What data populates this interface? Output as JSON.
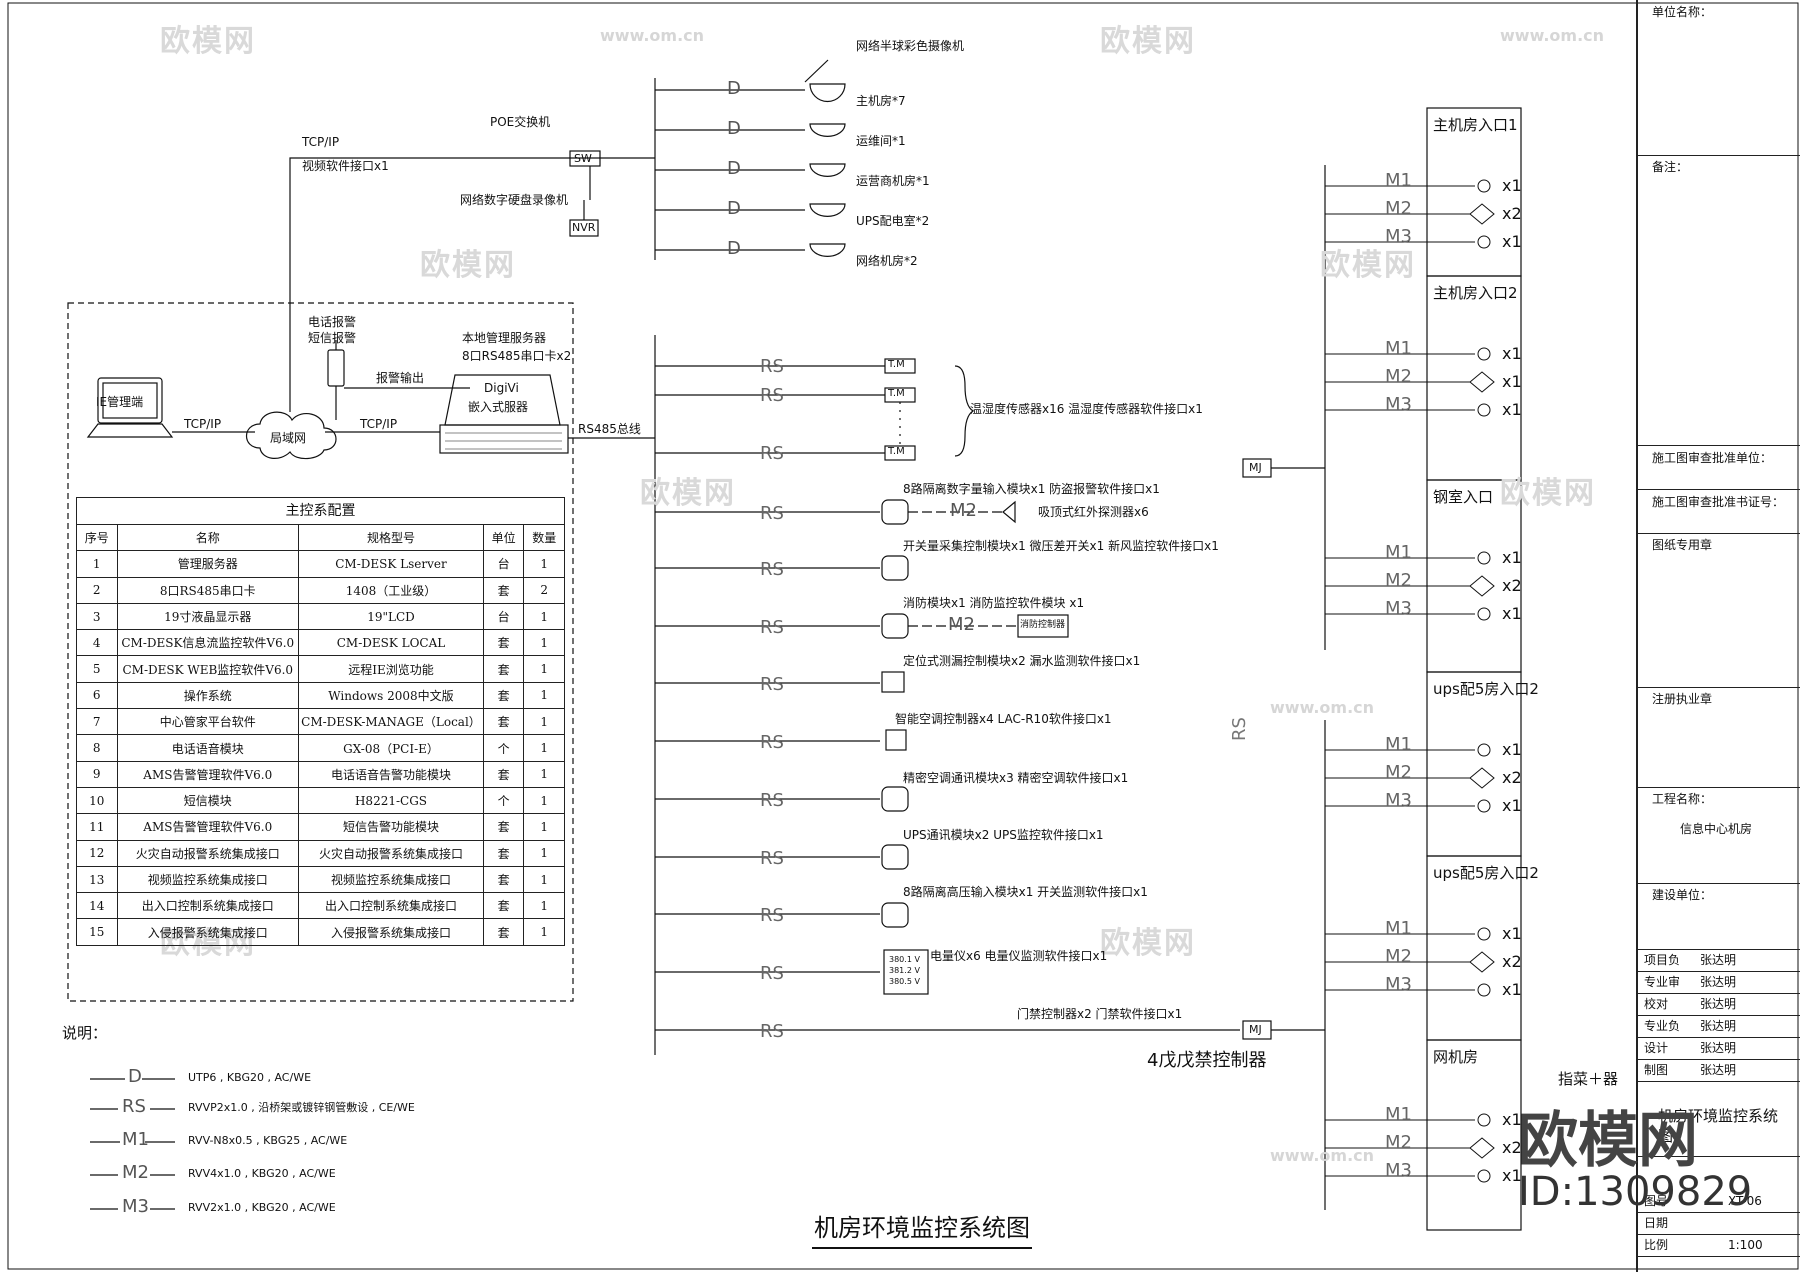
{
  "diagram_title": "机房环境监控系统图",
  "top_network": {
    "tcpip_label": "TCP/IP",
    "video_interface": "视频软件接口x1",
    "poe_switch": "POE交换机",
    "sw": "SW",
    "nvr_label": "网络数字硬盘录像机",
    "nvr": "NVR",
    "camera_title": "网络半球彩色摄像机",
    "cameras": [
      "主机房*7",
      "运维间*1",
      "运营商机房*1",
      "UPS配电室*2",
      "网络机房*2"
    ],
    "d": "D"
  },
  "left_system": {
    "ie_terminal": "IE管理端",
    "tcpip_1": "TCP/IP",
    "tcpip_2": "TCP/IP",
    "lan": "局域网",
    "phone_alarm": "电话报警",
    "sms_alarm": "短信报警",
    "alarm_out": "报警输出",
    "server_label": "本地管理服务器",
    "serial_card": "8口RS485串口卡x2",
    "digivi": "DigiVi",
    "embedded": "嵌入式服器",
    "bus": "RS485总线"
  },
  "config_table": {
    "caption": "主控系配置",
    "headers": [
      "序号",
      "名称",
      "规格型号",
      "单位",
      "数量"
    ],
    "rows": [
      [
        "1",
        "管理服务器",
        "CM-DESK Lserver",
        "台",
        "1"
      ],
      [
        "2",
        "8口RS485串口卡",
        "1408（工业级）",
        "套",
        "2"
      ],
      [
        "3",
        "19寸液晶显示器",
        "19\"LCD",
        "台",
        "1"
      ],
      [
        "4",
        "CM-DESK信息流监控软件V6.0",
        "CM-DESK LOCAL",
        "套",
        "1"
      ],
      [
        "5",
        "CM-DESK WEB监控软件V6.0",
        "远程IE浏览功能",
        "套",
        "1"
      ],
      [
        "6",
        "操作系统",
        "Windows 2008中文版",
        "套",
        "1"
      ],
      [
        "7",
        "中心管家平台软件",
        "CM-DESK-MANAGE（Local）",
        "套",
        "1"
      ],
      [
        "8",
        "电话语音模块",
        "GX-08（PCI-E）",
        "个",
        "1"
      ],
      [
        "9",
        "AMS告警管理软件V6.0",
        "电话语音告警功能模块",
        "套",
        "1"
      ],
      [
        "10",
        "短信模块",
        "H8221-CGS",
        "个",
        "1"
      ],
      [
        "11",
        "AMS告警管理软件V6.0",
        "短信告警功能模块",
        "套",
        "1"
      ],
      [
        "12",
        "火灾自动报警系统集成接口",
        "火灾自动报警系统集成接口",
        "套",
        "1"
      ],
      [
        "13",
        "视频监控系统集成接口",
        "视频监控系统集成接口",
        "套",
        "1"
      ],
      [
        "14",
        "出入口控制系统集成接口",
        "出入口控制系统集成接口",
        "套",
        "1"
      ],
      [
        "15",
        "入侵报警系统集成接口",
        "入侵报警系统集成接口",
        "套",
        "1"
      ]
    ]
  },
  "bus_devices": {
    "rs": "RS",
    "tm": "T.M",
    "temp_humidity": "温湿度传感器x16 温湿度传感器软件接口x1",
    "digital_input": "8路隔离数字量输入模块x1 防盗报警软件接口x1",
    "m2": "M2",
    "ir_detector": "吸顶式红外探测器x6",
    "switch_module": "开关量采集控制模块x1 微压差开关x1 新风监控软件接口x1",
    "fire_module": "消防模块x1 消防监控软件模块 x1",
    "fire_host": "消防控制器",
    "leak_module": "定位式测漏控制模块x2 漏水监测软件接口x1",
    "ac_controller": "智能空调控制器x4 LAC-R10软件接口x1",
    "precision_ac": "精密空调通讯模块x3 精密空调软件接口x1",
    "ups_module": "UPS通讯模块x2 UPS监控软件接口x1",
    "hv_input": "8路隔离高压输入模块x1 开关监测软件接口x1",
    "meter": "电量仪x6 电量仪监测软件接口x1",
    "meter_values": [
      "380.1 V",
      "381.2 V",
      "380.5 V"
    ],
    "door_ctrl": "门禁控制器x2 门禁软件接口x1",
    "door_ctrl_main": "4戊戊禁控制器",
    "mj": "MJ"
  },
  "access_rooms": [
    {
      "name": "主机房入口1",
      "counts": [
        "x1",
        "x2",
        "x1"
      ]
    },
    {
      "name": "主机房入口2",
      "counts": [
        "x1",
        "x1",
        "x1"
      ]
    },
    {
      "name": "钢室入口",
      "counts": [
        "x1",
        "x2",
        "x1"
      ]
    },
    {
      "name": "ups配5房入口2",
      "counts": [
        "x1",
        "x2",
        "x1"
      ]
    },
    {
      "name": "ups配5房入口2",
      "counts": [
        "x1",
        "x2",
        "x1"
      ]
    },
    {
      "name": "网机房",
      "counts": [
        "x1",
        "x2",
        "x1"
      ]
    }
  ],
  "access_lines": [
    "M1",
    "M2",
    "M3"
  ],
  "legend": {
    "title": "说明：",
    "items": [
      {
        "sym": "D",
        "text": "UTP6 , KBG20 , AC/WE"
      },
      {
        "sym": "RS",
        "text": "RVVP2x1.0 , 沿桥架或镀锌钢管敷设 , CE/WE"
      },
      {
        "sym": "M1",
        "text": "RVV-N8x0.5 , KBG25 , AC/WE"
      },
      {
        "sym": "M2",
        "text": "RVV4x1.0 , KBG20 , AC/WE"
      },
      {
        "sym": "M3",
        "text": "RVV2x1.0 , KBG20 , AC/WE"
      }
    ]
  },
  "title_block": {
    "unit_name": "单位名称：",
    "remarks": "备注：",
    "review1": "施工图审查批准单位：",
    "review2": "施工图审查批准书证号：",
    "stamp": "图纸专用章",
    "registered": "注册执业章",
    "project_name_label": "工程名称：",
    "project_name": "信息中心机房",
    "builder": "建设单位：",
    "roles": [
      {
        "role": "项目负",
        "name": "张达明"
      },
      {
        "role": "专业审",
        "name": "张达明"
      },
      {
        "role": "校对",
        "name": "张达明"
      },
      {
        "role": "专业负",
        "name": "张达明"
      },
      {
        "role": "设计",
        "name": "张达明"
      },
      {
        "role": "制图",
        "name": "张达明"
      }
    ],
    "drawing_name": "机房环境监控系统图",
    "drawing_no_label": "图号",
    "drawing_no": "XT-06",
    "date_label": "日期",
    "scale_label": "比例",
    "scale": "1:100"
  },
  "annotations": {
    "fingerprint": "指菜＋器",
    "id": "ID:1309829",
    "logo": "欧模网"
  },
  "watermark": {
    "text": "欧模网",
    "url": "www.om.cn"
  }
}
